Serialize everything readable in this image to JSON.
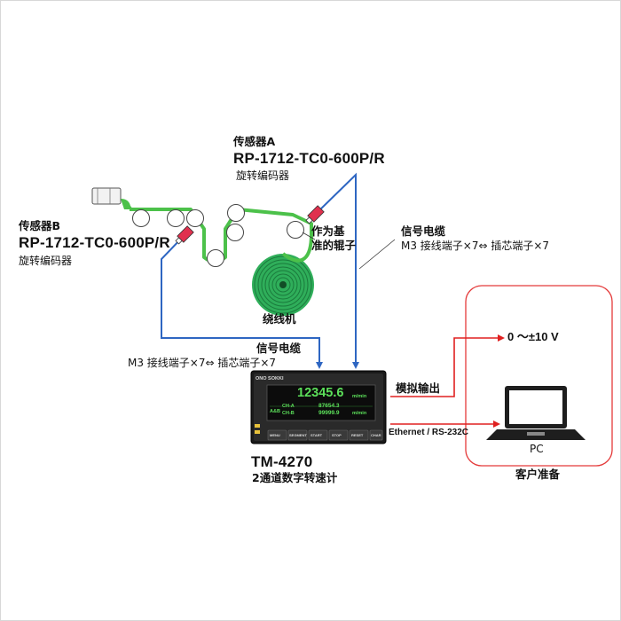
{
  "colors": {
    "web": "#4cc14a",
    "cable": "#2e66c2",
    "output": "#e02020",
    "sensor": "#e0314e",
    "box": "#e43a3a"
  },
  "sensor_a": {
    "title": "传感器A",
    "model": "RP-1712-TC0-600P/R",
    "desc": "旋转编码器"
  },
  "sensor_b": {
    "title": "传感器B",
    "model": "RP-1712-TC0-600P/R",
    "desc": "旋转编码器"
  },
  "roller_note": {
    "line1": "作为基",
    "line2": "准的辊子"
  },
  "winder_label": "绕线机",
  "cable_right": {
    "title": "信号电缆",
    "desc": "M3 接线端子×7⇔ 插芯端子×7"
  },
  "cable_left": {
    "title": "信号电缆",
    "desc": "M3 接线端子×7⇔ 插芯端子×7"
  },
  "analog_out": {
    "label": "模拟输出",
    "value": "0 ～±10 V"
  },
  "comm": {
    "label": "Ethernet / RS-232C",
    "pc_label": "PC"
  },
  "customer_label": "客户准备",
  "device": {
    "model": "TM-4270",
    "desc": "2通道数字转速计",
    "brand": "ONO SOKKI",
    "main_value": "12345.6",
    "main_unit": "m/min",
    "ch_a_label": "CH-A",
    "ch_a_value": "87654.3",
    "ch_b_label": "CH-B",
    "ch_b_value": "99999.9",
    "ab_label": "A&B",
    "ab_unit": "m/min",
    "buttons": [
      "MENU",
      "SEGMENT",
      "START",
      "STOP",
      "RESET",
      "CHAR"
    ]
  }
}
